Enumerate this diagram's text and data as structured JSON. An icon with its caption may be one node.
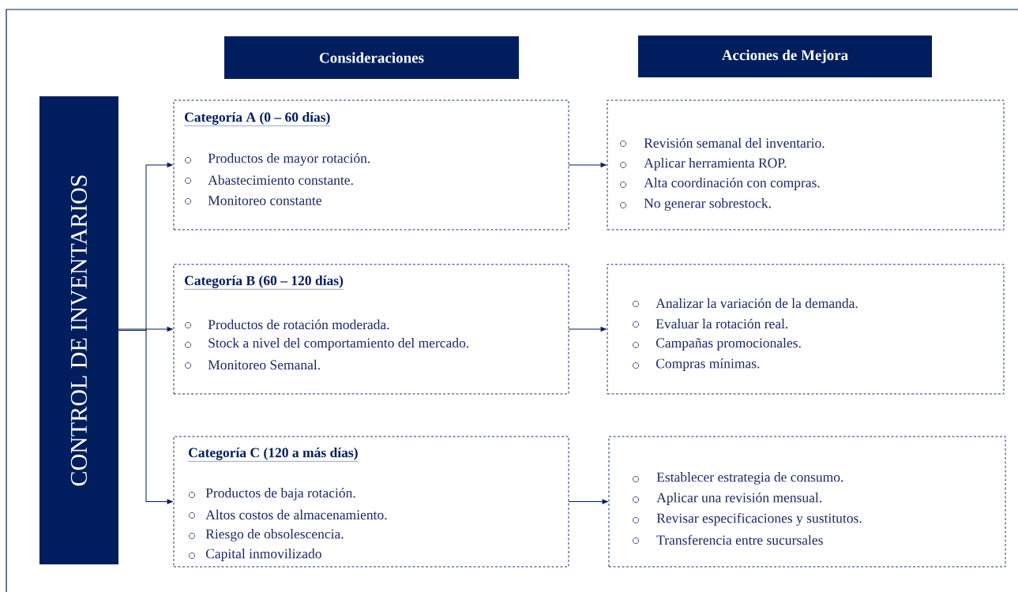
{
  "diagram": {
    "nodes": [
      {
        "text": [
          "Consideraciones"
        ]
      },
      {
        "text": [
          "Acciones de Mejora"
        ]
      },
      {
        "text": [
          "CONTROL DE INVENTARIOS"
        ]
      },
      {
        "text": [
          "Categoría A (0 – 60 días)",
          "Productos de mayor rotación.",
          "Abastecimiento constante.",
          "Monitoreo constante"
        ]
      },
      {
        "text": [
          "Revisión semanal del inventario.",
          "Aplicar herramienta ROP.",
          "Alta coordinación con compras.",
          "No generar sobrestock."
        ]
      },
      {
        "text": [
          "Categoría B (60 – 120 días)",
          "Productos de rotación moderada.",
          "Stock a nivel del comportamiento del mercado.",
          "Monitoreo Semanal."
        ]
      },
      {
        "text": [
          "Analizar la variación de la demanda.",
          "Evaluar la rotación real.",
          "Campañas promocionales.",
          "Compras mínimas."
        ]
      },
      {
        "text": [
          "Categoría C (120 a más días)",
          "Productos de baja rotación.",
          "Altos costos de almacenamiento.",
          "Riesgo de obsolescencia.",
          "Capital inmovilizado"
        ]
      },
      {
        "text": [
          "Establecer estrategia de consumo.",
          "Aplicar una revisión mensual.",
          "Revisar especificaciones y sustitutos.",
          "Transferencia entre sucursales"
        ]
      }
    ],
    "edges": [
      {
        "from": 2,
        "to": 3,
        "arrow": "to"
      },
      {
        "from": 2,
        "to": 5,
        "arrow": "to"
      },
      {
        "from": 2,
        "to": 7,
        "arrow": "to"
      },
      {
        "from": 3,
        "to": 4,
        "arrow": "to"
      },
      {
        "from": 5,
        "to": 6,
        "arrow": "to"
      },
      {
        "from": 7,
        "to": 8,
        "arrow": "to"
      }
    ]
  }
}
